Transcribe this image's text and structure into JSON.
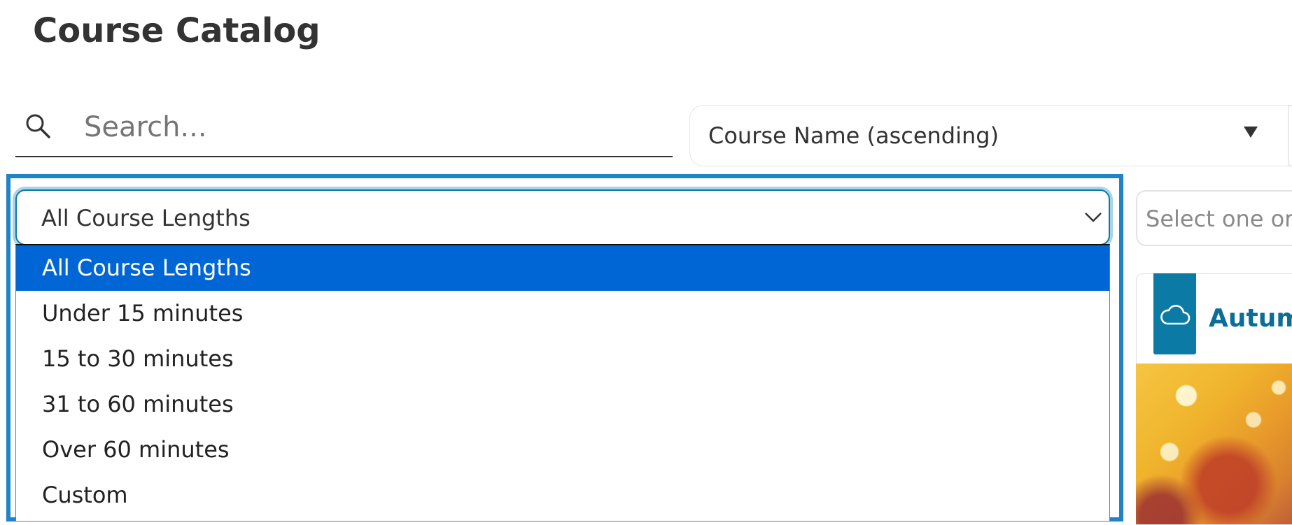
{
  "page": {
    "title": "Course Catalog"
  },
  "search": {
    "placeholder": "Search..."
  },
  "sort": {
    "selected": "Course Name (ascending)"
  },
  "course_length": {
    "selected": "All Course Lengths",
    "options": [
      {
        "label": "All Course Lengths",
        "selected": true
      },
      {
        "label": "Under 15 minutes",
        "selected": false
      },
      {
        "label": "15 to 30 minutes",
        "selected": false
      },
      {
        "label": "31 to 60 minutes",
        "selected": false
      },
      {
        "label": "Over 60 minutes",
        "selected": false
      },
      {
        "label": "Custom",
        "selected": false
      }
    ]
  },
  "tags": {
    "placeholder": "Select one or"
  },
  "card": {
    "title": "Autum",
    "icon": "cloud-icon"
  },
  "colors": {
    "focus_frame": "#1e84c6",
    "selected_option": "#0066d6",
    "accent": "#0b7aa5",
    "card_title": "#0b6e99"
  }
}
